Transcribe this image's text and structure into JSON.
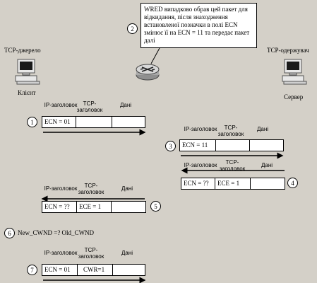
{
  "callout_text": "WRED випадково обрав цей пакет для відкидання, після знаходження встановленої позначки в полі ECN змінює її на  ECN = 11 та передає пакет далі",
  "client": {
    "role": "TCP-джерело",
    "name": "Клієнт"
  },
  "server": {
    "role": "TCP-одержувач",
    "name": "Сервер"
  },
  "steps": {
    "s1": "1",
    "s2": "2",
    "s3": "3",
    "s4": "4",
    "s5": "5",
    "s6": "6",
    "s7": "7"
  },
  "headers": {
    "ip": "IP-заголовок",
    "tcp": "TCP-заголовок",
    "data": "Дані"
  },
  "packets": {
    "p1": {
      "ip": "ECN = 01",
      "tcp": "",
      "data": ""
    },
    "p3": {
      "ip": "ECN = 11",
      "tcp": "",
      "data": ""
    },
    "p4": {
      "ip": "ECN = ??",
      "tcp": "ECE = 1",
      "data": ""
    },
    "p5": {
      "ip": "ECN = ??",
      "tcp": "ECE = 1",
      "data": ""
    },
    "p7": {
      "ip": "ECN = 01",
      "tcp": "CWR=1",
      "data": ""
    }
  },
  "formula": "New_CWND =? Old_CWND",
  "colors": {
    "background": "#d4d0c8",
    "packet_fill": "#ffffff",
    "stroke": "#000000"
  },
  "icons": {
    "client": "computer-icon",
    "server": "computer-icon",
    "router": "router-icon"
  }
}
